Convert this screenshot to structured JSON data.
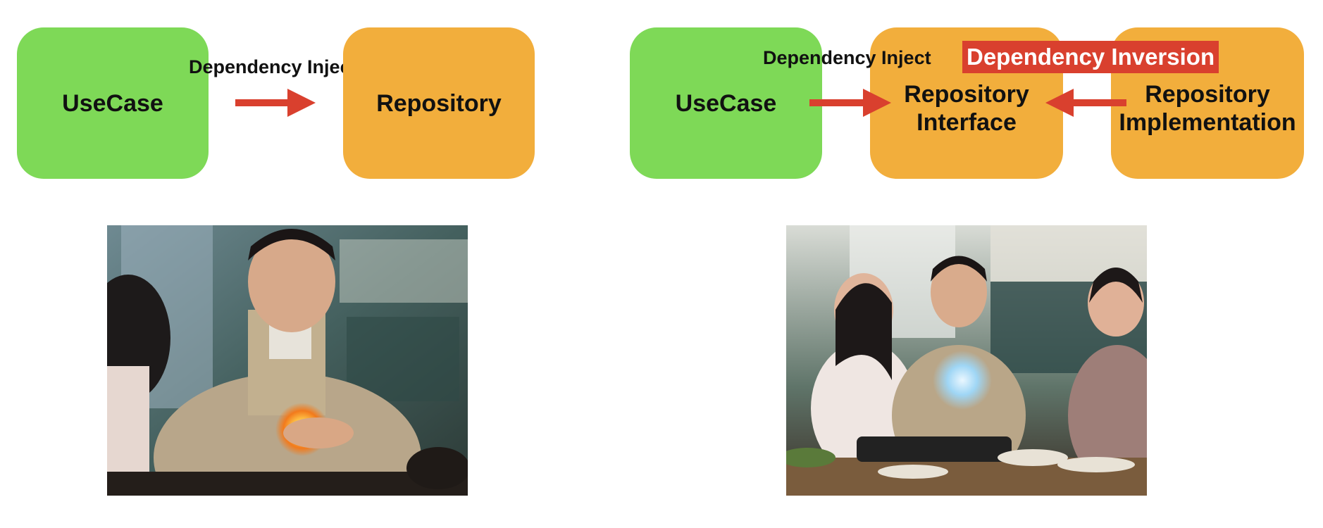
{
  "left_diagram": {
    "usecase": "UseCase",
    "repository": "Repository",
    "arrow_label": "Dependency Inject"
  },
  "right_diagram": {
    "usecase": "UseCase",
    "repo_interface_line1": "Repository",
    "repo_interface_line2": "Interface",
    "repo_impl_line1": "Repository",
    "repo_impl_line2": "Implementation",
    "inject_label": "Dependency Inject",
    "inversion_label": "Dependency Inversion"
  },
  "colors": {
    "usecase_green": "#7ed957",
    "repository_orange": "#f2ae3c",
    "arrow_red": "#d9402e"
  }
}
